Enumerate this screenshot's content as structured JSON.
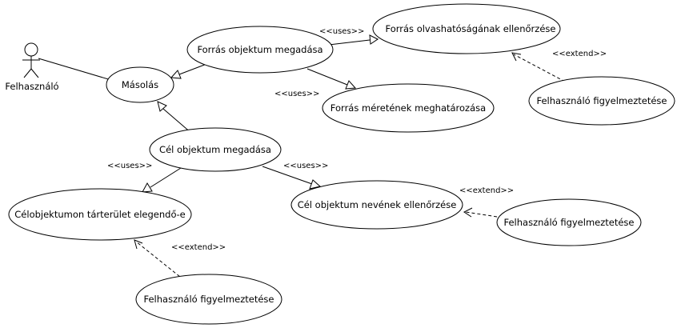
{
  "actor": {
    "name": "Felhasználó"
  },
  "use_cases": {
    "masolas": "Másolás",
    "forras_objektum": "Forrás objektum megadása",
    "forras_olvashatosag": "Forrás olvashatóságának ellenőrzése",
    "forras_meret": "Forrás méretének meghatározása",
    "figyelmeztetes_1": "Felhasználó figyelmeztetése",
    "cel_objektum": "Cél objektum megadása",
    "celobjektum_terulet": "Célobjektumon tárterület elegendő-e",
    "cel_nev": "Cél objektum nevének ellenőrzése",
    "figyelmeztetes_2": "Felhasználó figyelmeztetése",
    "figyelmeztetes_3": "Felhasználó figyelmeztetése"
  },
  "stereotypes": {
    "uses_1": "<<uses>>",
    "uses_2": "<<uses>>",
    "uses_3": "<<uses>>",
    "uses_4": "<<uses>>",
    "extend_1": "<<extend>>",
    "extend_2": "<<extend>>",
    "extend_3": "<<extend>>"
  }
}
